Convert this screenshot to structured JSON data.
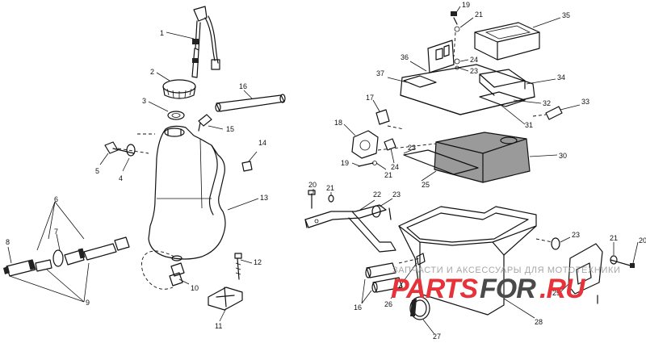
{
  "callouts": {
    "c1": "1",
    "c2": "2",
    "c3": "3",
    "c4": "4",
    "c5": "5",
    "c6": "6",
    "c7": "7",
    "c8": "8",
    "c9": "9",
    "c10": "10",
    "c11": "11",
    "c12": "12",
    "c13": "13",
    "c14": "14",
    "c15": "15",
    "c16": "16",
    "c17": "17",
    "c18": "18",
    "c19": "19",
    "c20": "20",
    "c21": "21",
    "c22": "22",
    "c23": "23",
    "c24": "24",
    "c25": "25",
    "c26": "26",
    "c27": "27",
    "c28": "28",
    "c29": "29",
    "c30": "30",
    "c31": "31",
    "c32": "32",
    "c33": "33",
    "c34": "34",
    "c35": "35",
    "c36": "36",
    "c37": "37"
  },
  "watermark": {
    "caption": "ЗАПЧАСТИ И АКСЕССУАРЫ ДЛЯ МОТОТЕХНИКИ",
    "brand_red_1": "PARTS",
    "brand_dark": "FOR",
    "brand_red_2": ".RU",
    "red": "#e8323a",
    "dark": "#4a4a4a"
  }
}
